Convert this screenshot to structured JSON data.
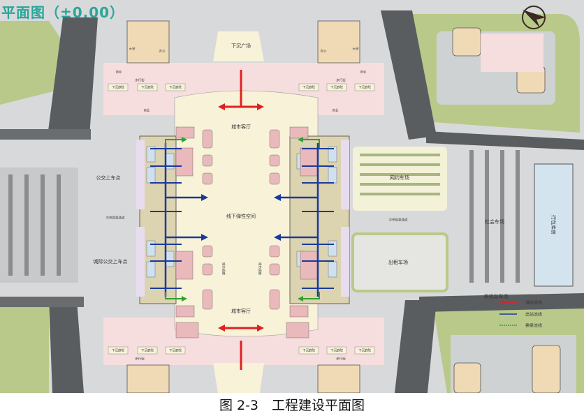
{
  "title": "平面图（±0.00）",
  "caption": "图 2-3　工程建设平面图",
  "colors": {
    "title": "#2aa59a",
    "inbound_flow": "#e02020",
    "outbound_flow": "#1a3a9a",
    "transfer_flow": "#30a030",
    "hall": "#f7f2d8",
    "commercial": "#f6dede",
    "tower": "#f0d9b5",
    "green": "#b9c98a",
    "road": "#5a5d60"
  },
  "labels": {
    "sunken_plaza": "下沉广场",
    "city_lounge": "城市客厅",
    "flex_space": "线下弹性空间",
    "bus_stop": "公交上车点",
    "intercity_bus_stop": "城际公交上车点",
    "ride_hailing_lot": "网约车场",
    "social_parking": "社会车场",
    "taxi_lot": "出租车场",
    "bike_parking": "非机动车场",
    "luggage_storage": "行包库房",
    "commerce": "商业",
    "sunken_courtyard": "下沉庭院",
    "pedestrian_street": "步行街",
    "lobby": "大堂",
    "office": "办公",
    "city_corridor": "城市通廊",
    "central_transfer": "中央换乘通道"
  },
  "legend": [
    {
      "label": "进站流线",
      "color": "#e02020"
    },
    {
      "label": "出站流线",
      "color": "#1a3a9a"
    },
    {
      "label": "换乘流线",
      "color": "#30a030"
    }
  ],
  "north_arrow": "north-arrow-icon"
}
